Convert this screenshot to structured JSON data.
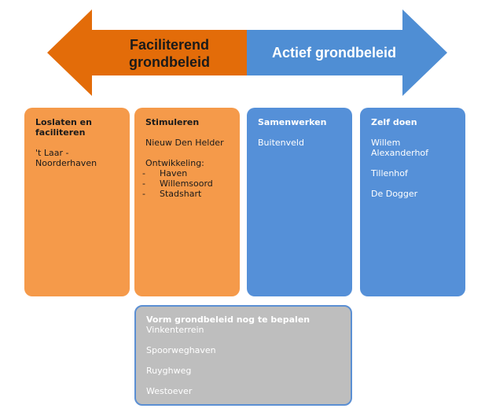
{
  "arrow": {
    "left_label_line1": "Faciliterend",
    "left_label_line2": "grondbeleid",
    "right_label": "Actief grondbeleid",
    "colors": {
      "left": "#e36c09",
      "right": "#4f8ed4"
    }
  },
  "boxes": {
    "loslaten": {
      "title_line1": "Loslaten en",
      "title_line2": "faciliteren",
      "item1_line1": "'t Laar -",
      "item1_line2": "Noorderhaven"
    },
    "stimuleren": {
      "title": "Stimuleren",
      "item1": "Nieuw Den Helder",
      "item2": "Ontwikkeling:",
      "dash": "-",
      "sub_items": [
        "Haven",
        "Willemsoord",
        "Stadshart"
      ]
    },
    "samenwerken": {
      "title": "Samenwerken",
      "item1": "Buitenveld"
    },
    "zelf_doen": {
      "title": "Zelf doen",
      "item1_line1": "Willem",
      "item1_line2": "Alexanderhof",
      "item2": "Tillenhof",
      "item3": "De Dogger"
    },
    "vorm": {
      "title": "Vorm grondbeleid nog te bepalen",
      "items": [
        "Vinkenterrein",
        "Spoorweghaven",
        "Ruyghweg",
        "Westoever"
      ]
    }
  },
  "colors": {
    "orange_box": "#f59a4a",
    "blue_box": "#5590d8",
    "grey_box": "#bebebe",
    "grey_border": "#5b8fd3"
  }
}
